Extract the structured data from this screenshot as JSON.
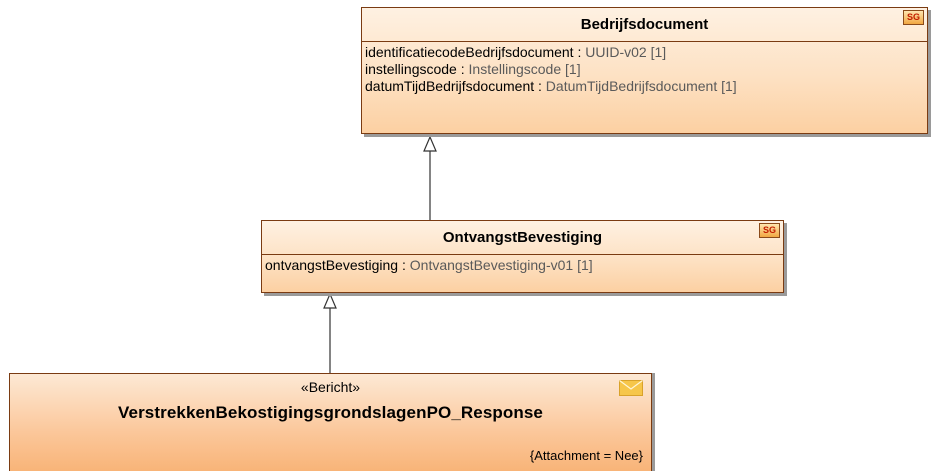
{
  "classes": {
    "bedrijfsdocument": {
      "name": "Bedrijfsdocument",
      "badge": "SG",
      "attributes": [
        {
          "name": "identificatiecodeBedrijfsdocument",
          "sep": " : ",
          "type": "UUID-v02 [1]"
        },
        {
          "name": "instellingscode",
          "sep": " : ",
          "type": "Instellingscode [1]"
        },
        {
          "name": "datumTijdBedrijfsdocument",
          "sep": " : ",
          "type": "DatumTijdBedrijfsdocument [1]"
        }
      ]
    },
    "ontvangst": {
      "name": "OntvangstBevestiging",
      "badge": "SG",
      "attributes": [
        {
          "name": "ontvangstBevestiging",
          "sep": " : ",
          "type": "OntvangstBevestiging-v01 [1]"
        }
      ]
    },
    "response": {
      "stereotype": "«Bericht»",
      "name": "VerstrekkenBekostigingsgrondslagenPO_Response",
      "tag": "{Attachment = Nee}",
      "icon": "envelope-icon"
    }
  },
  "relations": [
    {
      "type": "generalization",
      "from": "OntvangstBevestiging",
      "to": "Bedrijfsdocument"
    },
    {
      "type": "generalization",
      "from": "VerstrekkenBekostigingsgrondslagenPO_Response",
      "to": "OntvangstBevestiging"
    }
  ],
  "colors": {
    "class_border": "#7a3b12",
    "badge_text": "#c21d00",
    "envelope": "#f6c64a"
  }
}
